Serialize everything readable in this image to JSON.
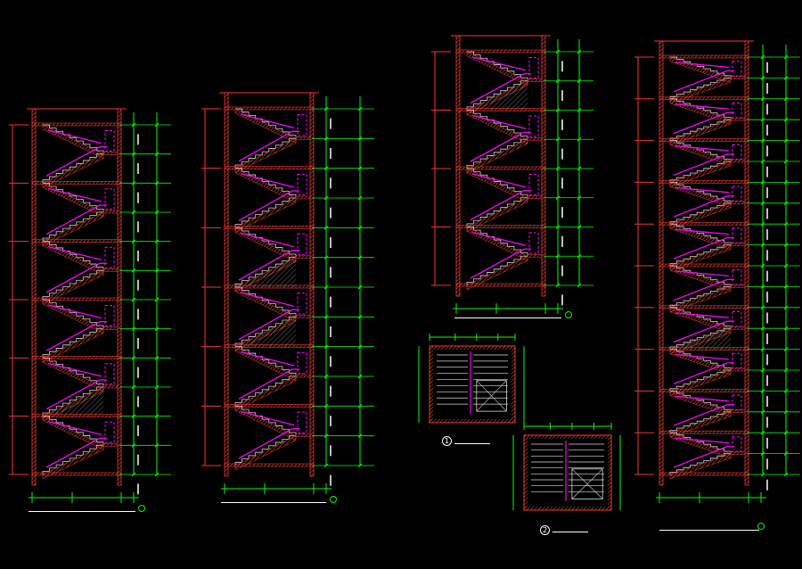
{
  "colors": {
    "background": "#000000",
    "wall": "#ff3030",
    "hatch": "#c8643c",
    "rail": "#ff00ff",
    "dimension": "#00ff00",
    "stair": "#d8d8d8",
    "text": "#ffffff"
  },
  "views": [
    {
      "id": "section-a"
    },
    {
      "id": "section-b"
    },
    {
      "id": "section-c"
    },
    {
      "id": "section-d"
    }
  ],
  "plans": [
    {
      "id": "plan-1",
      "number": "1"
    },
    {
      "id": "plan-2",
      "number": "2"
    }
  ],
  "icons": [
    "section-marker-icon",
    "north-marker-icon"
  ]
}
